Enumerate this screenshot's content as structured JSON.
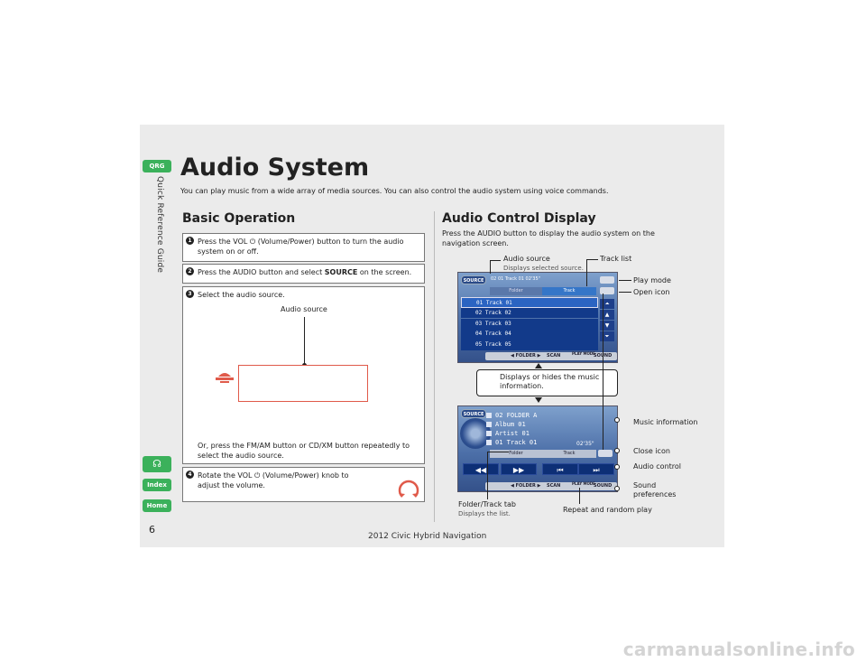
{
  "side": {
    "qrg": "QRG",
    "title": "Quick Reference Guide",
    "index": "Index",
    "home": "Home",
    "page_number": "6"
  },
  "title": "Audio System",
  "intro": "You can play music from a wide array of media sources. You can also control the audio system using voice commands.",
  "basic": {
    "heading": "Basic Operation",
    "steps": [
      {
        "num": "1",
        "text": "Press the VOL ⏻ (Volume/Power) button to turn the audio system on or off."
      },
      {
        "num": "2",
        "text_before": "Press the AUDIO button and select ",
        "text_bold": "SOURCE",
        "text_after": " on the screen."
      },
      {
        "num": "3",
        "text": "Select the audio source.",
        "label": "Audio source",
        "note": "Or, press the FM/AM button or CD/XM button repeatedly to select the audio source."
      },
      {
        "num": "4",
        "text": "Rotate the VOL ⏻ (Volume/Power) knob to adjust the volume."
      }
    ]
  },
  "acd": {
    "heading": "Audio Control Display",
    "description": "Press the AUDIO button to display the audio system on the navigation screen.",
    "labels": {
      "audio_source": "Audio source",
      "audio_source_sub": "Displays selected source.",
      "track_list": "Track list",
      "play_mode": "Play mode",
      "open_icon": "Open icon",
      "callout": "Displays or hides the music information.",
      "music_info": "Music information",
      "close_icon": "Close icon",
      "audio_control": "Audio control",
      "sound_prefs": "Sound preferences",
      "folder_track_tab": "Folder/Track tab",
      "folder_track_sub": "Displays the list.",
      "repeat_random": "Repeat and random play"
    },
    "screen1": {
      "source_btn": "SOURCE",
      "top_info": "02   01 Track 01      02'35\"",
      "tab_folder": "Folder",
      "tab_track": "Track",
      "tracks": [
        "01 Track 01",
        "02 Track 02",
        "03 Track 03",
        "04 Track 04",
        "05 Track 05"
      ],
      "scroll": [
        "⏶",
        "▲",
        "▼",
        "⏷"
      ],
      "bar_folder": "◀  FOLDER  ▶",
      "bar_scan": "SCAN",
      "bar_play": "PLAY MODE",
      "bar_sound": "SOUND"
    },
    "screen2": {
      "source_btn": "SOURCE",
      "folder": "02 FOLDER A",
      "album": "Album 01",
      "artist": "Artist 01",
      "track": "01 Track 01",
      "time": "02'35\"",
      "tab_folder": "Folder",
      "tab_track": "Track",
      "controls": [
        "◀◀",
        "▶▶",
        "⏮",
        "⏭"
      ],
      "bar_folder": "◀  FOLDER  ▶",
      "bar_scan": "SCAN",
      "bar_play": "PLAY MODE",
      "bar_sound": "SOUND"
    }
  },
  "footer": "2012 Civic Hybrid Navigation",
  "watermark": "carmanualsonline.info"
}
